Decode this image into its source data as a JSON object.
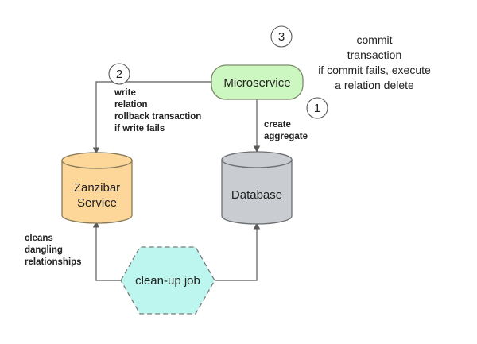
{
  "nodes": {
    "microservice": {
      "label": "Microservice",
      "fill": "#cdf7c0",
      "stroke": "#7c8a6c"
    },
    "zanzibar": {
      "lines": [
        "Zanzibar",
        "Service"
      ],
      "fill": "#fdd79a",
      "stroke": "#8a7a58"
    },
    "database": {
      "label": "Database",
      "fill": "#c9cdd1",
      "stroke": "#6d6f73"
    },
    "cleanup": {
      "label": "clean-up job",
      "fill": "#bdf6ee",
      "stroke": "#7b7b7b"
    }
  },
  "steps": [
    "1",
    "2",
    "3"
  ],
  "edges": {
    "write": {
      "lines": [
        "write",
        "relation",
        "rollback transaction",
        "if write fails"
      ]
    },
    "create": {
      "lines": [
        "create",
        "aggregate"
      ]
    },
    "cleans": {
      "lines": [
        "cleans",
        "dangling",
        "relationships"
      ]
    }
  },
  "note": {
    "lines": [
      "commit",
      "transaction",
      "if commit fails, execute",
      "a relation delete"
    ]
  },
  "colors": {
    "line": "#5a5a5a",
    "text": "#222222"
  }
}
